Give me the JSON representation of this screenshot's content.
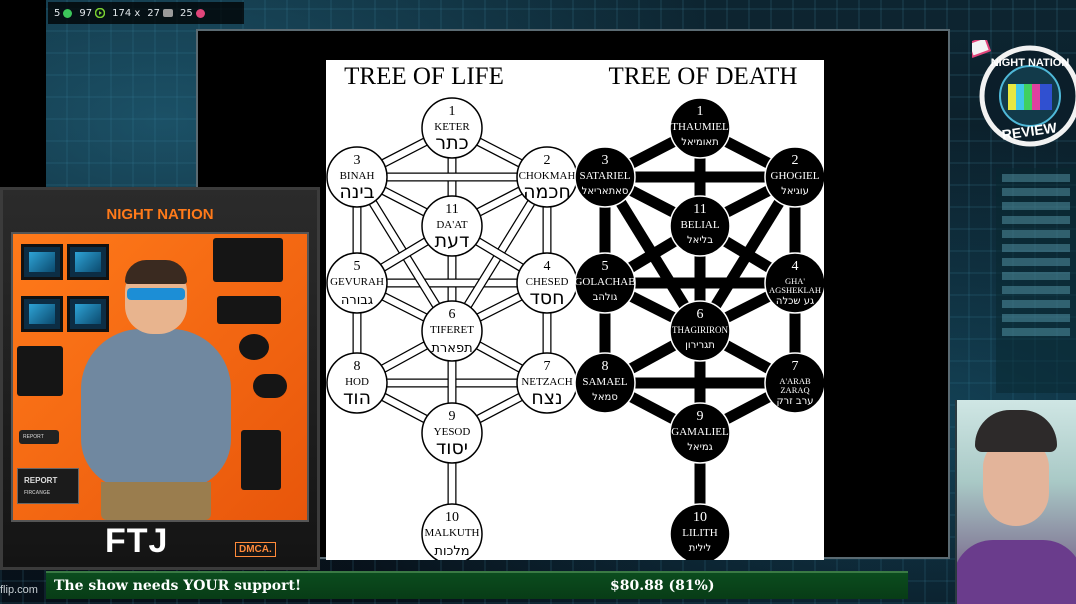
{
  "stream_stats": [
    {
      "value": "5",
      "icon": "plus-icon",
      "color": "#3cc65a"
    },
    {
      "value": "97",
      "icon": "play-icon",
      "color": "#7ad031"
    },
    {
      "value": "174 x",
      "icon": "",
      "color": ""
    },
    {
      "value": "27",
      "icon": "chat-icon",
      "color": "#b0b0b0"
    },
    {
      "value": "25",
      "icon": "x-badge-icon",
      "color": "#e0457a"
    }
  ],
  "diagram": {
    "left_title": "TREE OF LIFE",
    "right_title": "TREE OF DEATH",
    "life_nodes": [
      {
        "num": "1",
        "name": "KETER",
        "hebrew": "כתר"
      },
      {
        "num": "2",
        "name": "CHOKMAH",
        "hebrew": "חכמה"
      },
      {
        "num": "3",
        "name": "BINAH",
        "hebrew": "בינה"
      },
      {
        "num": "11",
        "name": "DA'AT",
        "hebrew": "דעת"
      },
      {
        "num": "4",
        "name": "CHESED",
        "hebrew": "חסד"
      },
      {
        "num": "5",
        "name": "GEVURAH",
        "hebrew": "גבורה"
      },
      {
        "num": "6",
        "name": "TIFERET",
        "hebrew": "תפארת"
      },
      {
        "num": "7",
        "name": "NETZACH",
        "hebrew": "נצח"
      },
      {
        "num": "8",
        "name": "HOD",
        "hebrew": "הוד"
      },
      {
        "num": "9",
        "name": "YESOD",
        "hebrew": "יסוד"
      },
      {
        "num": "10",
        "name": "MALKUTH",
        "hebrew": "מלכות"
      }
    ],
    "death_nodes": [
      {
        "num": "1",
        "name": "THAUMIEL",
        "name2": "",
        "hebrew": "תאומיאל"
      },
      {
        "num": "2",
        "name": "GHOGIEL",
        "name2": "",
        "hebrew": "עוגיאל"
      },
      {
        "num": "3",
        "name": "SATARIEL",
        "name2": "",
        "hebrew": "סאתאריאל"
      },
      {
        "num": "11",
        "name": "BELIAL",
        "name2": "",
        "hebrew": "בליאל"
      },
      {
        "num": "4",
        "name": "GHA'",
        "name2": "AGSHEKLAH",
        "hebrew": "גע שכלה"
      },
      {
        "num": "5",
        "name": "GOLACHAB",
        "name2": "",
        "hebrew": "גולהב"
      },
      {
        "num": "6",
        "name": "THAGIRIRON",
        "name2": "",
        "hebrew": "תגרירון"
      },
      {
        "num": "7",
        "name": "A'ARAB",
        "name2": "ZARAQ",
        "hebrew": "ערב זרק"
      },
      {
        "num": "8",
        "name": "SAMAEL",
        "name2": "",
        "hebrew": "סמאל"
      },
      {
        "num": "9",
        "name": "GAMALIEL",
        "name2": "",
        "hebrew": "גמיאל"
      },
      {
        "num": "10",
        "name": "LILITH",
        "name2": "",
        "hebrew": "לילית"
      }
    ]
  },
  "product_box": {
    "brand": "NIGHT NATION",
    "report_label": "REPORT",
    "report_small": "FIRCANGE",
    "report_tag": "REPORT",
    "title": "FTJ",
    "badge": "DMCA."
  },
  "watermark": "flip.com",
  "ticker": {
    "message": "The show needs YOUR support!",
    "amount": "$80.88 (81%)"
  },
  "logo": {
    "line1": "NIGHT NATION",
    "line2": "REVIEW"
  }
}
